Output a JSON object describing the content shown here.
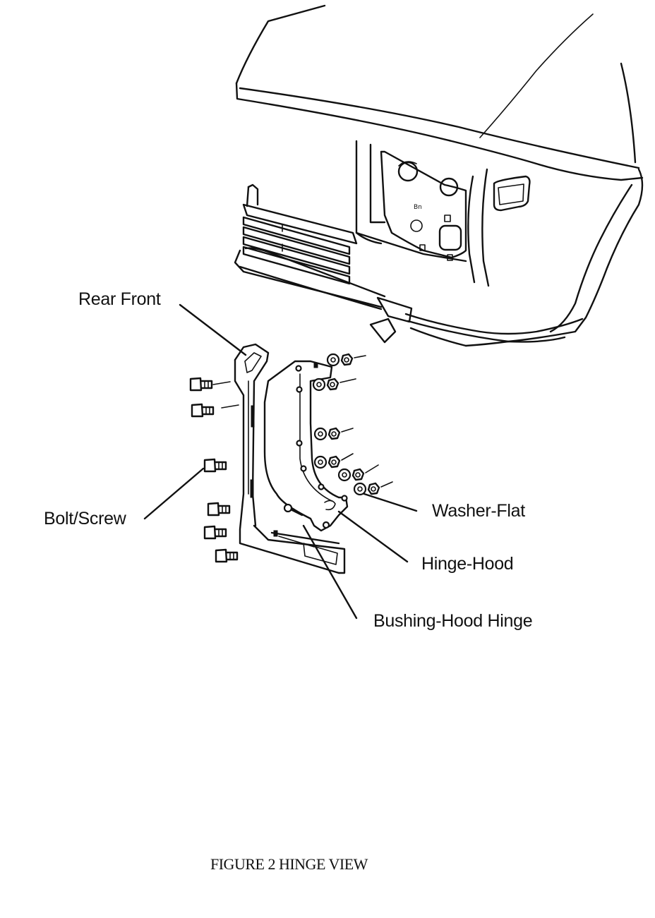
{
  "labels": {
    "rear_front": "Rear Front",
    "bolt_screw": "Bolt/Screw",
    "washer_flat": "Washer-Flat",
    "hinge_hood": "Hinge-Hood",
    "bushing_hood_hinge": "Bushing-Hood Hinge"
  },
  "caption": "FIGURE 2 HINGE VIEW"
}
